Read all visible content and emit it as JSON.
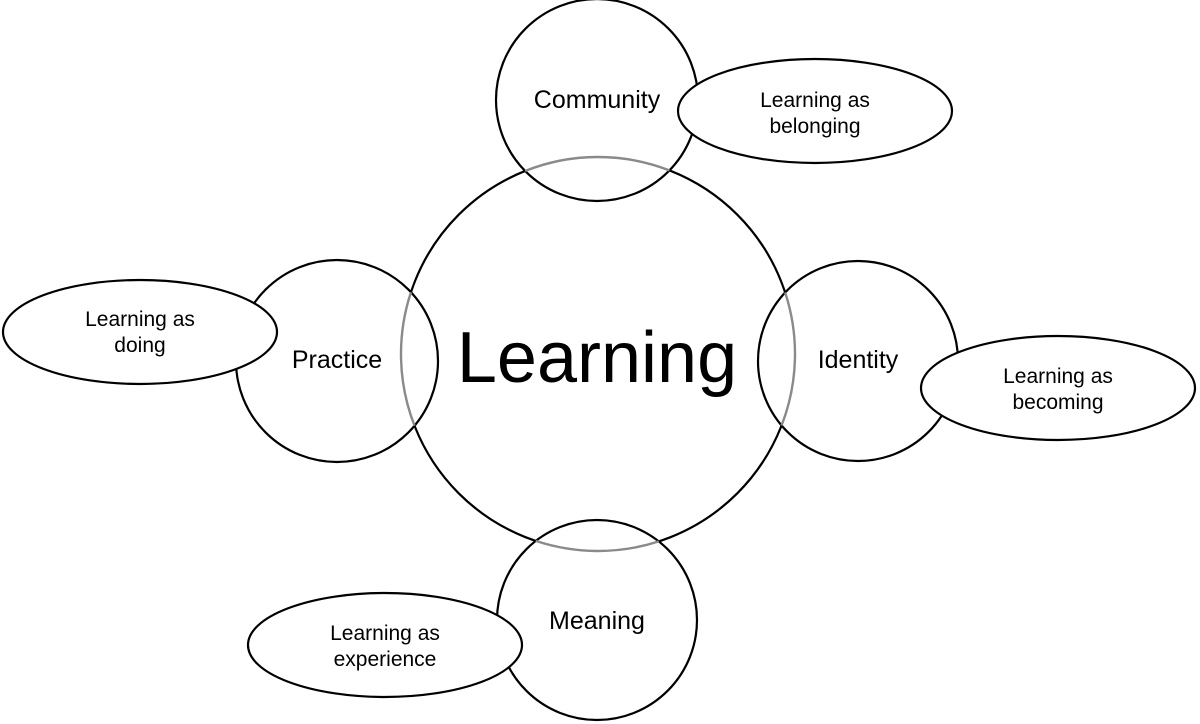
{
  "center": {
    "label": "Learning"
  },
  "components": {
    "community": {
      "label": "Community",
      "description": [
        "Learning as",
        "belonging"
      ]
    },
    "identity": {
      "label": "Identity",
      "description": [
        "Learning as",
        "becoming"
      ]
    },
    "practice": {
      "label": "Practice",
      "description": [
        "Learning as",
        "doing"
      ]
    },
    "meaning": {
      "label": "Meaning",
      "description": [
        "Learning as",
        "experience"
      ]
    }
  }
}
